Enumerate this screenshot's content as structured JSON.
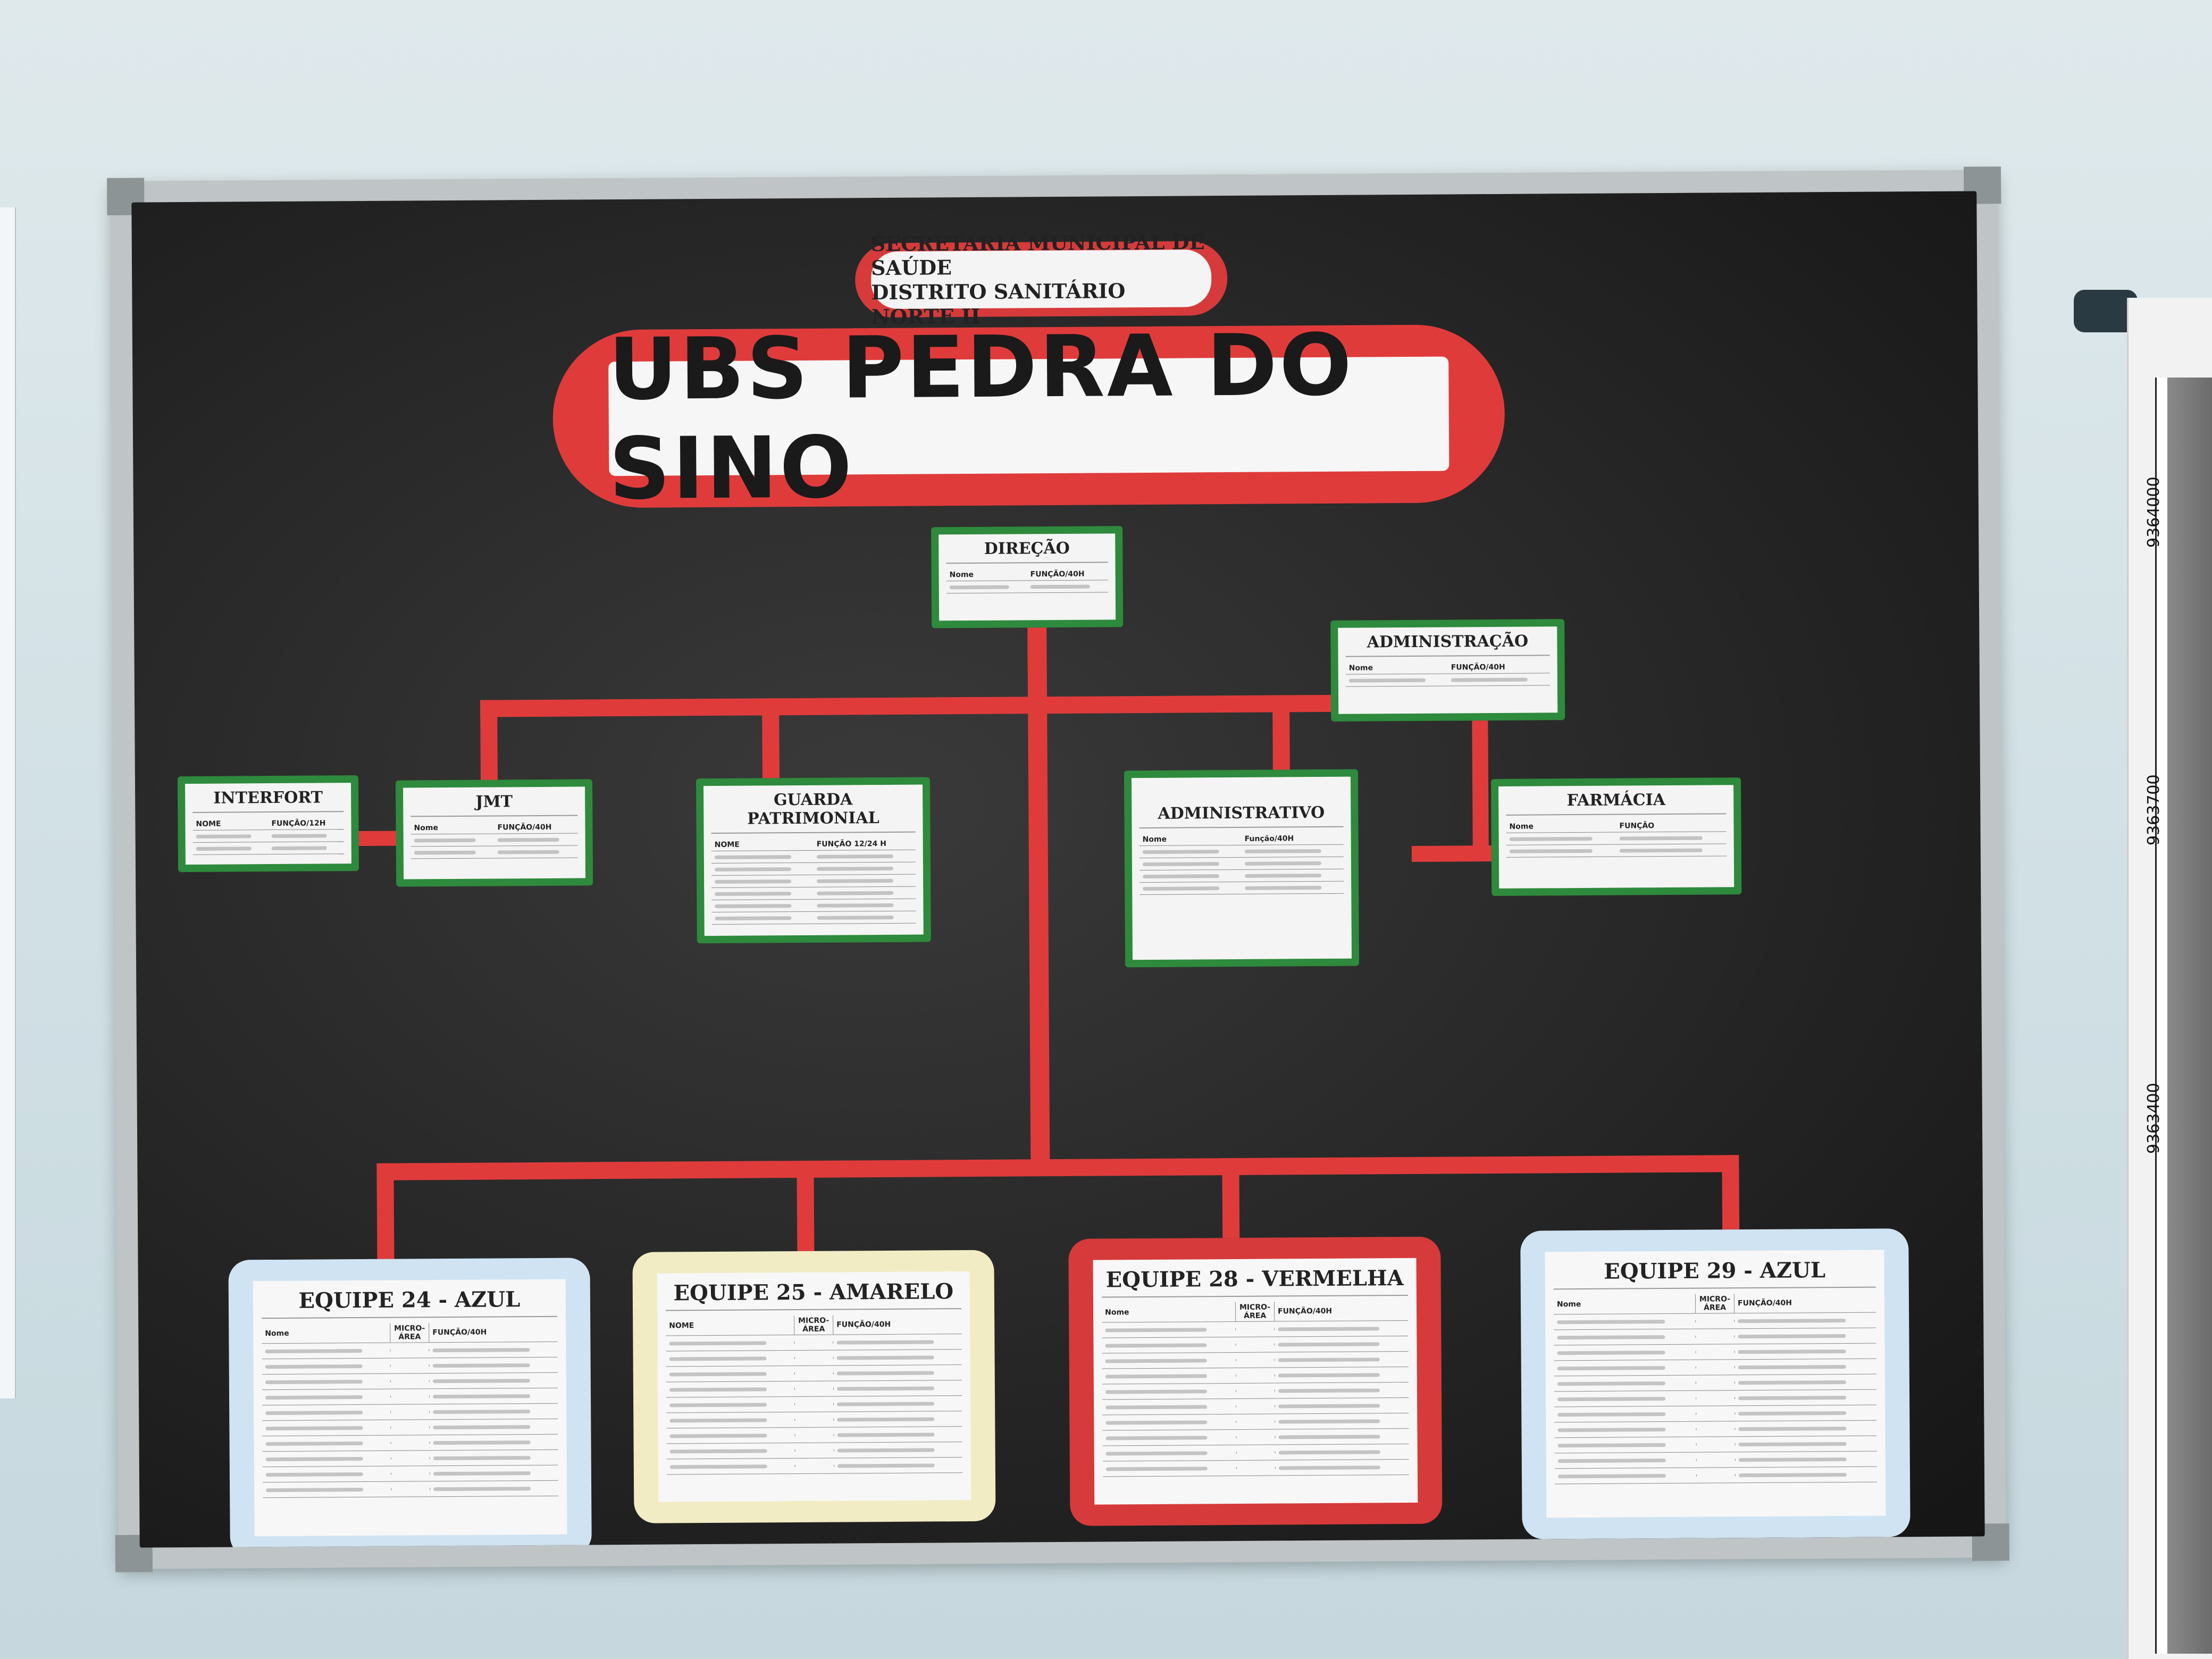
{
  "header_small": {
    "line1": "SECRETARIA MUNICIPAL DE SAÚDE",
    "line2": "DISTRITO SANITÁRIO NORTE II"
  },
  "header_big": {
    "title": "UBS  PEDRA   DO SINO"
  },
  "colors": {
    "board": "#262626",
    "red": "#e03b3b",
    "green": "#2e8a3c",
    "blue_team": "#cfe3f2",
    "yellow_team": "#f1ecc4"
  },
  "cards": {
    "direcao": {
      "title": "DIREÇÃO",
      "col1": "Nome",
      "col2": "FUNÇÃO/40H"
    },
    "administracao": {
      "title": "ADMINISTRAÇÃO",
      "col1": "Nome",
      "col2": "FUNÇÃO/40H"
    },
    "interfort": {
      "title": "INTERFORT",
      "col1": "NOME",
      "col2": "FUNÇÃO/12H"
    },
    "jmt": {
      "title": "JMT",
      "col1": "Nome",
      "col2": "FUNÇÃO/40H"
    },
    "guarda": {
      "title": "GUARDA PATRIMONIAL",
      "col1": "NOME",
      "col2": "FUNÇÃO 12/24 H"
    },
    "administrativo": {
      "title": "ADMINISTRATIVO",
      "col1": "Nome",
      "col2": "Função/40H"
    },
    "farmacia": {
      "title": "FARMÁCIA",
      "col1": "Nome",
      "col2": "FUNÇÃO"
    }
  },
  "teams": {
    "t24": {
      "title": "EQUIPE 24 - AZUL",
      "col1": "Nome",
      "col2": "MICRO-ÁREA",
      "col3": "FUNÇÃO/40H"
    },
    "t25": {
      "title": "EQUIPE 25 - AMARELO",
      "col1": "NOME",
      "col2": "MICRO-ÁREA",
      "col3": "FUNÇÃO/40H"
    },
    "t28": {
      "title": "EQUIPE 28 - VERMELHA",
      "col1": "Nome",
      "col2": "MICRO-ÁREA",
      "col3": "FUNÇÃO/40H"
    },
    "t29": {
      "title": "EQUIPE 29 - AZUL",
      "col1": "Nome",
      "col2": "MICRO-ÁREA",
      "col3": "FUNÇÃO/40H"
    }
  },
  "map": {
    "coord1": "9364000",
    "coord2": "9363700",
    "coord3": "9363400"
  }
}
